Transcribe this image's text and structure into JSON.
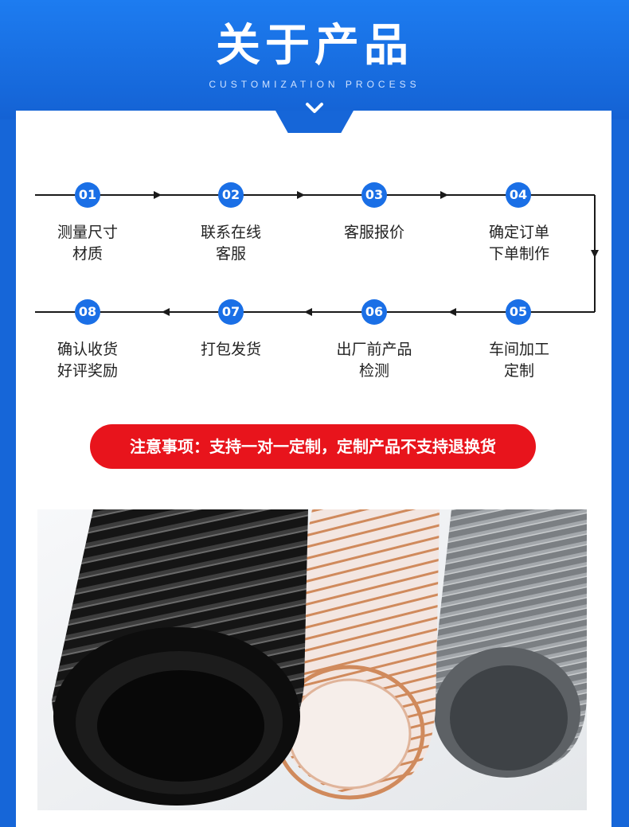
{
  "header": {
    "title": "关于产品",
    "subtitle": "CUSTOMIZATION PROCESS"
  },
  "steps": [
    {
      "num": "01",
      "line1": "测量尺寸",
      "line2": "材质"
    },
    {
      "num": "02",
      "line1": "联系在线",
      "line2": "客服"
    },
    {
      "num": "03",
      "line1": "客服报价",
      "line2": ""
    },
    {
      "num": "04",
      "line1": "确定订单",
      "line2": "下单制作"
    },
    {
      "num": "05",
      "line1": "车间加工",
      "line2": "定制"
    },
    {
      "num": "06",
      "line1": "出厂前产品",
      "line2": "检测"
    },
    {
      "num": "07",
      "line1": "打包发货",
      "line2": ""
    },
    {
      "num": "08",
      "line1": "确认收货",
      "line2": "好评奖励"
    }
  ],
  "notice": "注意事项：支持一对一定制，定制产品不支持退换货",
  "colors": {
    "brand_blue": "#1666d8",
    "step_blue": "#1a6fe6",
    "notice_red": "#e8141c"
  },
  "product_photo": {
    "hoses": [
      "black",
      "clear-copper",
      "gray"
    ]
  }
}
